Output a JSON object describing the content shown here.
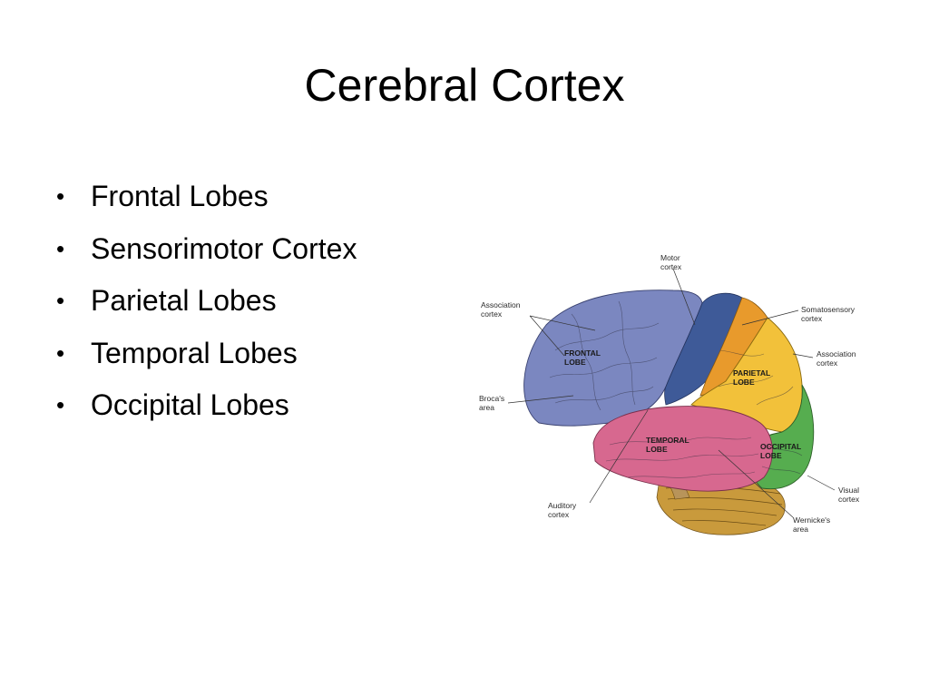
{
  "slide": {
    "title": "Cerebral Cortex",
    "bullets": [
      "Frontal Lobes",
      "Sensorimotor Cortex",
      "Parietal Lobes",
      "Temporal Lobes",
      "Occipital Lobes"
    ]
  },
  "figure": {
    "lobes": {
      "frontal": [
        "FRONTAL",
        "LOBE"
      ],
      "parietal": [
        "PARIETAL",
        "LOBE"
      ],
      "temporal": [
        "TEMPORAL",
        "LOBE"
      ],
      "occipital": [
        "OCCIPITAL",
        "LOBE"
      ]
    },
    "callouts": {
      "motor": [
        "Motor",
        "cortex"
      ],
      "association_left": [
        "Association",
        "cortex"
      ],
      "somatosensory": [
        "Somatosensory",
        "cortex"
      ],
      "association_right": [
        "Association",
        "cortex"
      ],
      "broca": [
        "Broca's",
        "area"
      ],
      "visual": [
        "Visual",
        "cortex"
      ],
      "auditory": [
        "Auditory",
        "cortex"
      ],
      "wernicke": [
        "Wernicke's",
        "area"
      ]
    },
    "colors": {
      "frontal": "#7b87c0",
      "motor": "#3e5a98",
      "somatosensory": "#e89a2c",
      "parietal": "#f2c13a",
      "temporal": "#d7688f",
      "occipital": "#56ad4f",
      "cerebellum": "#c99a3c"
    }
  }
}
